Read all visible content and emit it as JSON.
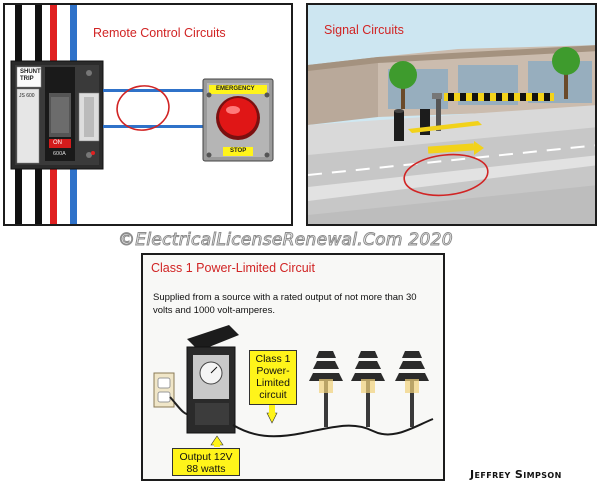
{
  "remote_panel": {
    "title": "Remote Control Circuits",
    "breaker": {
      "label_top": "SHUNT\nTRIP",
      "label_top_line1": "SHUNT",
      "label_top_line2": "TRIP",
      "model": "JS 600",
      "on_text": "ON",
      "amps": "600A"
    },
    "stop_button": {
      "header": "EMERGENCY",
      "footer": "STOP"
    }
  },
  "signal_panel": {
    "title": "Signal Circuits"
  },
  "class1_panel": {
    "title": "Class 1 Power-Limited Circuit",
    "description": "Supplied from a source with a rated output of not more than 30 volts and 1000 volt-amperes.",
    "callout_circuit_lines": [
      "Class 1",
      "Power-",
      "Limited",
      "circuit"
    ],
    "callout_output_lines": [
      "Output 12V",
      "88 watts"
    ]
  },
  "watermark": "©ElectricalLicenseRenewal.Com 2020",
  "signature": "Jeffrey Simpson",
  "colors": {
    "title_red": "#d12424",
    "callout_yellow": "#fff41a",
    "wire_blue": "#2f72c9",
    "wire_red": "#e02020",
    "stop_red": "#e01616"
  }
}
